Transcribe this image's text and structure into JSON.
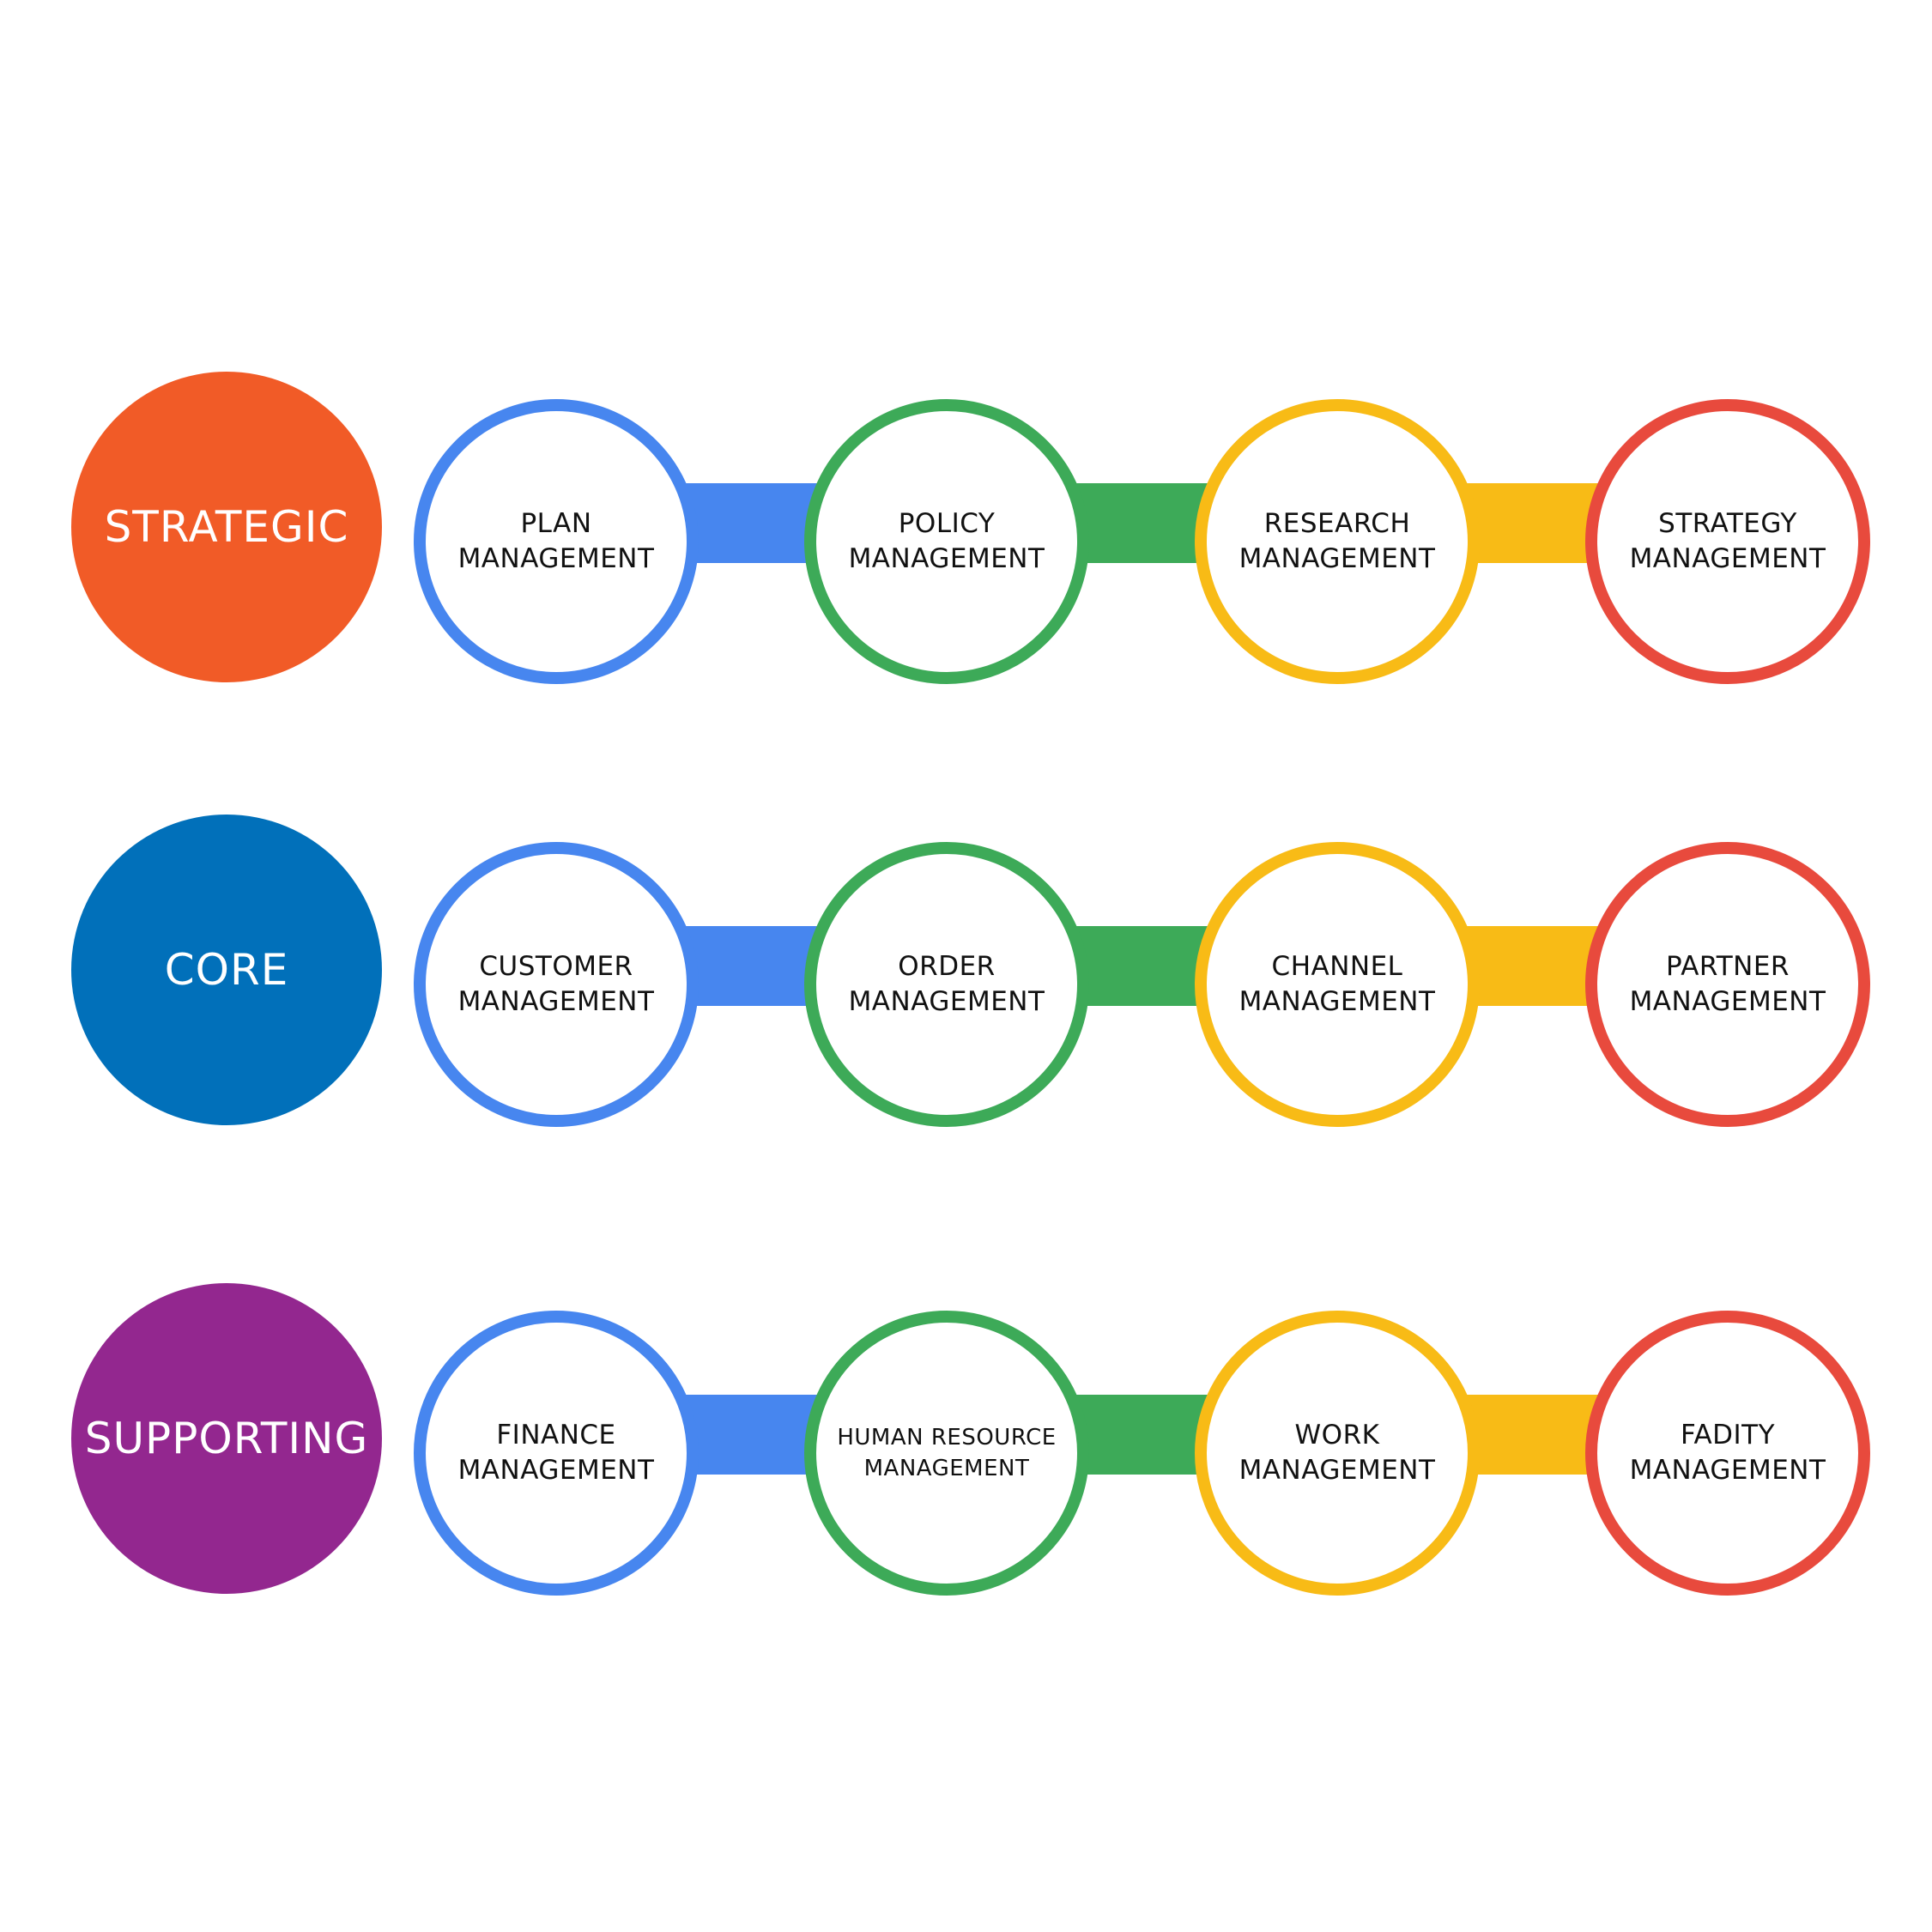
{
  "colors": {
    "blue": "#4786EF",
    "green": "#3DAA58",
    "yellow": "#F8BB16",
    "red": "#E84A3D"
  },
  "rows": [
    {
      "category": "STRATEGIC",
      "category_color": "#F15B27",
      "nodes": [
        {
          "label": "PLAN\nMANAGEMENT"
        },
        {
          "label": "POLICY\nMANAGEMENT"
        },
        {
          "label": "RESEARCH\nMANAGEMENT"
        },
        {
          "label": "STRATEGY\nMANAGEMENT"
        }
      ]
    },
    {
      "category": "CORE",
      "category_color": "#0170BA",
      "nodes": [
        {
          "label": "CUSTOMER\nMANAGEMENT"
        },
        {
          "label": "ORDER\nMANAGEMENT"
        },
        {
          "label": "CHANNEL\nMANAGEMENT"
        },
        {
          "label": "PARTNER\nMANAGEMENT"
        }
      ]
    },
    {
      "category": "SUPPORTING",
      "category_color": "#93278F",
      "nodes": [
        {
          "label": "FINANCE\nMANAGEMENT"
        },
        {
          "label": "HUMAN RESOURCE\nMANAGEMENT"
        },
        {
          "label": "WORK\nMANAGEMENT"
        },
        {
          "label": "FADITY\nMANAGEMENT"
        }
      ]
    }
  ]
}
